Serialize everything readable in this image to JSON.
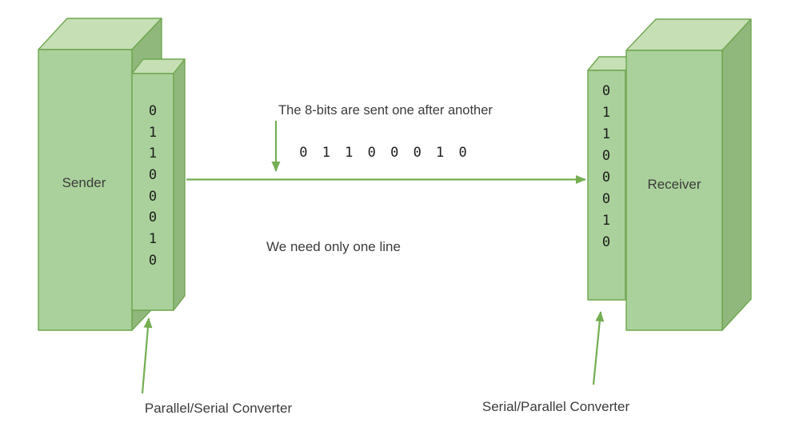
{
  "colors": {
    "box_front": "#aad19b",
    "box_top": "#c6dfb5",
    "box_side": "#91b87c",
    "box_stroke": "#6fa64f",
    "arrow": "#74ae53",
    "text": "#3b3b3b",
    "bits": "#1c1c1c"
  },
  "sender": {
    "label": "Sender"
  },
  "receiver": {
    "label": "Receiver"
  },
  "sender_converter": {
    "bits": [
      "0",
      "1",
      "1",
      "0",
      "0",
      "0",
      "1",
      "0"
    ],
    "label": "Parallel/Serial Converter"
  },
  "receiver_converter": {
    "bits": [
      "0",
      "1",
      "1",
      "0",
      "0",
      "0",
      "1",
      "0"
    ],
    "label": "Serial/Parallel Converter"
  },
  "transmission": {
    "caption": "The 8-bits are sent one after another",
    "serial_bits": "0 1 1 0 0 0 1 0",
    "note": "We need only one line"
  }
}
